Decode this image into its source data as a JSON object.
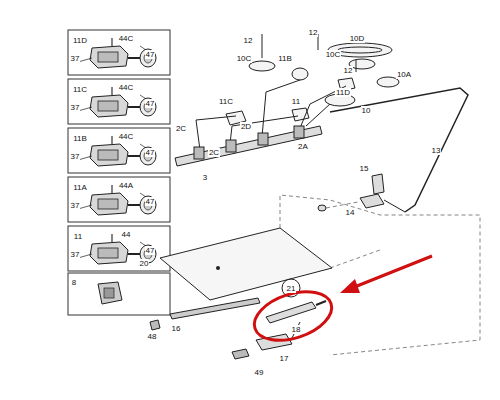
{
  "diagram": {
    "labels": [
      "11D",
      "44C",
      "37",
      "47",
      "11C",
      "44C",
      "37",
      "47",
      "11B",
      "44C",
      "37",
      "47",
      "11A",
      "44A",
      "37",
      "47",
      "11",
      "44",
      "37",
      "47",
      "8",
      "12",
      "12",
      "10D",
      "10C",
      "10C",
      "11B",
      "12",
      "10A",
      "11C",
      "11D",
      "10",
      "11",
      "2C",
      "2C",
      "2D",
      "2A",
      "3",
      "13",
      "15",
      "14",
      "20",
      "21",
      "16",
      "18",
      "48",
      "17",
      "49"
    ]
  }
}
